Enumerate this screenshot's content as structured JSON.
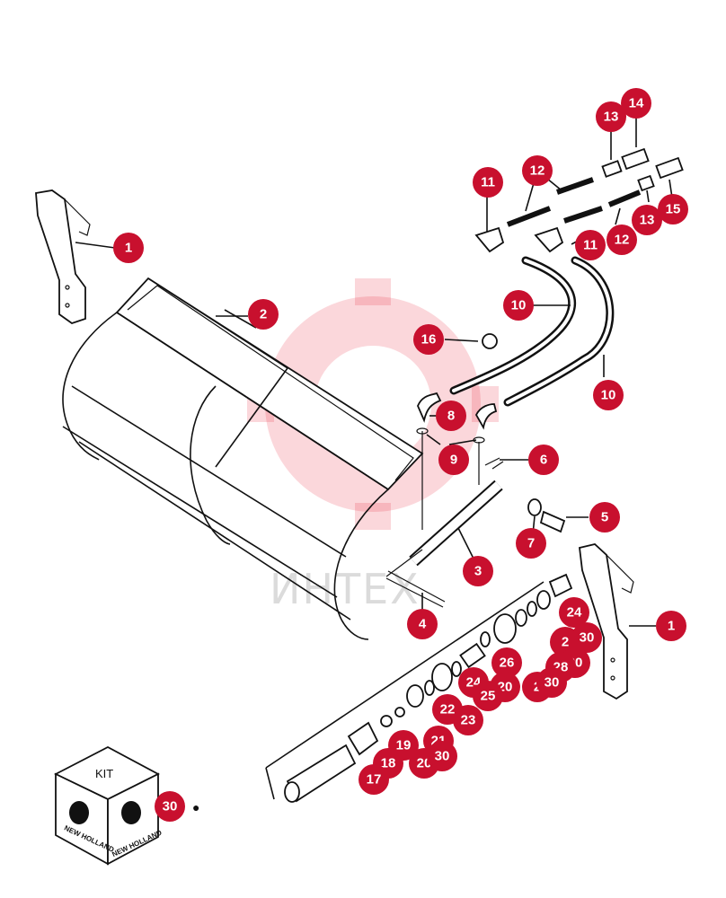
{
  "watermark": {
    "text": "ИНТЕХ"
  },
  "kit": {
    "label": "KIT",
    "brand": "NEW HOLLAND",
    "callout": "30",
    "bullet": "●"
  },
  "callouts": [
    {
      "id": "c1a",
      "label": "1"
    },
    {
      "id": "c2",
      "label": "2"
    },
    {
      "id": "c3",
      "label": "3"
    },
    {
      "id": "c4",
      "label": "4"
    },
    {
      "id": "c5",
      "label": "5"
    },
    {
      "id": "c6",
      "label": "6"
    },
    {
      "id": "c7",
      "label": "7"
    },
    {
      "id": "c8",
      "label": "8"
    },
    {
      "id": "c9",
      "label": "9"
    },
    {
      "id": "c10a",
      "label": "10"
    },
    {
      "id": "c10b",
      "label": "10"
    },
    {
      "id": "c11a",
      "label": "11"
    },
    {
      "id": "c11b",
      "label": "11"
    },
    {
      "id": "c12a",
      "label": "12"
    },
    {
      "id": "c12b",
      "label": "12"
    },
    {
      "id": "c13a",
      "label": "13"
    },
    {
      "id": "c13b",
      "label": "13"
    },
    {
      "id": "c14",
      "label": "14"
    },
    {
      "id": "c15",
      "label": "15"
    },
    {
      "id": "c16",
      "label": "16"
    },
    {
      "id": "c1b",
      "label": "1"
    },
    {
      "id": "c24a",
      "label": "24"
    },
    {
      "id": "c2x",
      "label": "2"
    },
    {
      "id": "c30a",
      "label": "30"
    },
    {
      "id": "c20x",
      "label": "20"
    },
    {
      "id": "c28",
      "label": "28"
    },
    {
      "id": "c26",
      "label": "26"
    },
    {
      "id": "c2y",
      "label": "2"
    },
    {
      "id": "c30b",
      "label": "30"
    },
    {
      "id": "c24b",
      "label": "24"
    },
    {
      "id": "c20y",
      "label": "20"
    },
    {
      "id": "c25",
      "label": "25"
    },
    {
      "id": "c22",
      "label": "22"
    },
    {
      "id": "c23",
      "label": "23"
    },
    {
      "id": "c21",
      "label": "21"
    },
    {
      "id": "c19",
      "label": "19"
    },
    {
      "id": "c18",
      "label": "18"
    },
    {
      "id": "c20z",
      "label": "20"
    },
    {
      "id": "c30c",
      "label": "30"
    },
    {
      "id": "c17",
      "label": "17"
    }
  ]
}
